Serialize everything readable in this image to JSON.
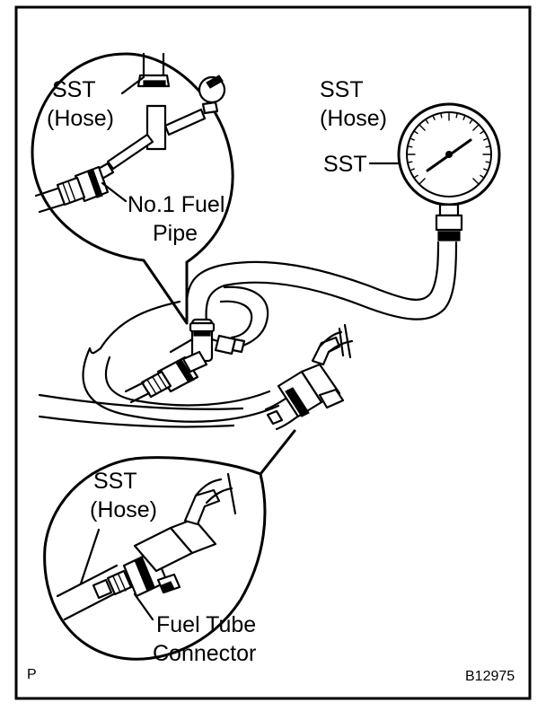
{
  "labels": {
    "top_sst_hose_1": "SST",
    "top_sst_hose_2": "(Hose)",
    "right_sst_hose_1": "SST",
    "right_sst_hose_2": "(Hose)",
    "gauge_sst": "SST",
    "fuel_pipe_1": "No.1 Fuel",
    "fuel_pipe_2": "Pipe",
    "bottom_sst_hose_1": "SST",
    "bottom_sst_hose_2": "(Hose)",
    "connector_1": "Fuel Tube",
    "connector_2": "Connector",
    "corner_p": "P",
    "figure_code": "B12975"
  },
  "colors": {
    "ink": "#000000",
    "paper": "#ffffff"
  },
  "icons": {
    "gauge": "pressure-gauge-icon"
  }
}
